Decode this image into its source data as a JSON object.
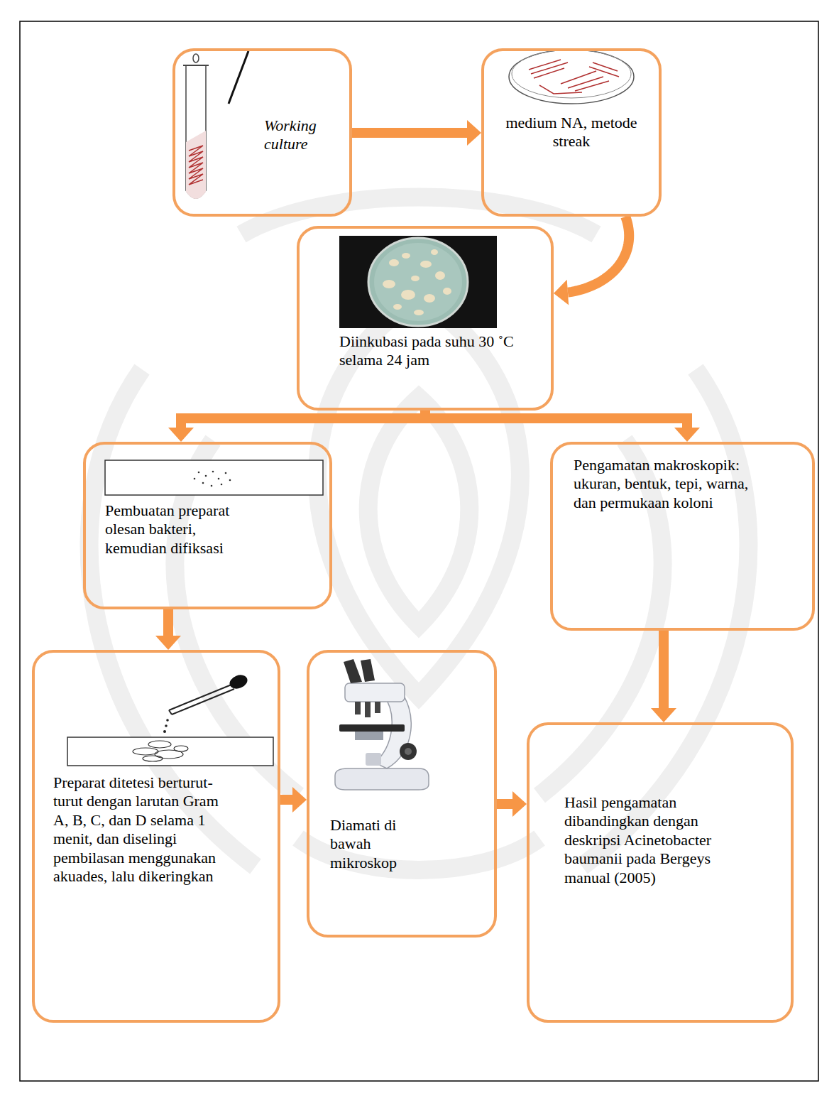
{
  "diagram": {
    "nodes": [
      {
        "text": [
          "Working culture"
        ]
      },
      {
        "text": [
          "medium NA, metode streak"
        ]
      },
      {
        "text": [
          "Diinkubasi pada suhu 30 ˚C selama 24 jam"
        ]
      },
      {
        "text": [
          "Pembuatan preparat olesan bakteri, kemudian difiksasi"
        ]
      },
      {
        "text": [
          "Pengamatan makroskopik: ukuran, bentuk, tepi, warna, dan permukaan koloni"
        ]
      },
      {
        "text": [
          "Preparat ditetesi berturut-turut dengan larutan Gram A, B, C, dan D selama 1 menit, dan diselingi pembilasan menggunakan akuades, lalu dikeringkan"
        ]
      },
      {
        "text": [
          "Diamati di bawah mikroskop"
        ]
      },
      {
        "text": [
          "Hasil pengamatan dibandingkan dengan deskripsi Acinetobacter baumanii pada Bergeys manual (2005)"
        ]
      }
    ],
    "edges": [
      {
        "from": 0,
        "to": 1,
        "arrow": "to"
      },
      {
        "from": 1,
        "to": 2,
        "arrow": "to"
      },
      {
        "from": 2,
        "to": 3,
        "arrow": "to"
      },
      {
        "from": 2,
        "to": 4,
        "arrow": "to"
      },
      {
        "from": 3,
        "to": 5,
        "arrow": "to"
      },
      {
        "from": 4,
        "to": 7,
        "arrow": "to"
      },
      {
        "from": 5,
        "to": 6,
        "arrow": "to"
      },
      {
        "from": 6,
        "to": 7,
        "arrow": "to"
      }
    ]
  }
}
